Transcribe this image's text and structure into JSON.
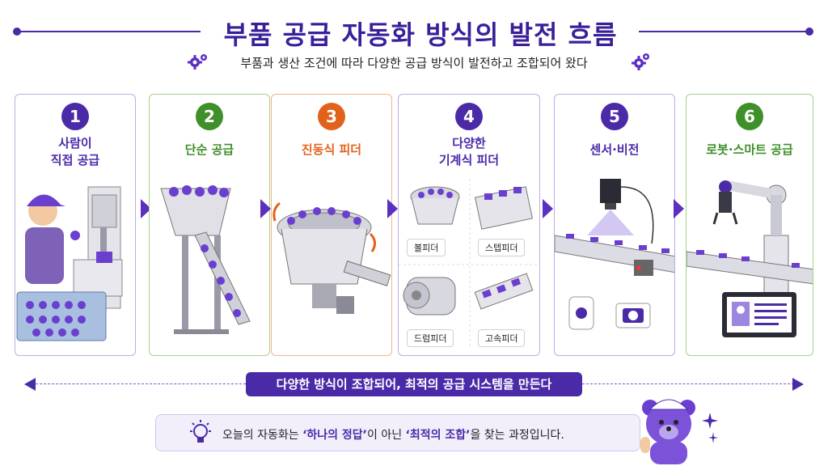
{
  "title": "부품 공급 자동화 방식의 발전 흐름",
  "subtitle": "부품과 생산 조건에 따라 다양한 공급 방식이 발전하고 조합되어 왔다",
  "stages": [
    {
      "num": "1",
      "label": "사람이\n직접 공급",
      "color": "#4b2aa8"
    },
    {
      "num": "2",
      "label": "단순 공급",
      "color": "#3f8f2a"
    },
    {
      "num": "3",
      "label": "진동식 피더",
      "color": "#e2621b"
    },
    {
      "num": "4",
      "label": "다양한\n기계식 피더",
      "color": "#4b2aa8"
    },
    {
      "num": "5",
      "label": "센서·비전",
      "color": "#4b2aa8"
    },
    {
      "num": "6",
      "label": "로봇·스마트 공급",
      "color": "#3f8f2a"
    }
  ],
  "feeders": [
    "볼피더",
    "스텝피더",
    "드럼피더",
    "고속피더"
  ],
  "combine_text": "다양한 방식이 조합되어, 최적의 공급 시스템을 만든다",
  "note": {
    "prefix": "오늘의 자동화는 ",
    "em1": "‘하나의 정답’",
    "middle": "이 아닌 ",
    "em2": "‘최적의 조합’",
    "suffix": "을 찾는 과정입니다."
  },
  "colors": {
    "accent": "#4b2aa8",
    "green": "#3f8f2a",
    "orange": "#e2621b",
    "part": "#6a3fd0"
  },
  "icons": [
    "gear-icon",
    "lightbulb-icon",
    "bear-mascot-icon",
    "sparkle-icon",
    "camera-icon",
    "sensor-icon",
    "monitor-icon"
  ]
}
